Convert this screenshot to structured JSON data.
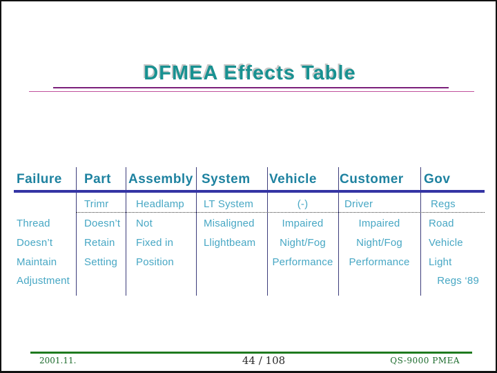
{
  "title": "DFMEA  Effects Table",
  "table": {
    "headers": [
      "Failure",
      "Part",
      "Assembly",
      "System",
      "Vehicle",
      "Customer",
      "Gov"
    ],
    "rows": [
      [
        "",
        "Trimr",
        "Headlamp",
        "LT System",
        "(-)",
        "Driver",
        "Regs"
      ],
      [
        "Thread",
        "Doesn’t",
        "Not",
        "Misaligned",
        "Impaired",
        "Impaired",
        "Road"
      ],
      [
        "Doesn’t",
        "Retain",
        "Fixed in",
        "Llightbeam",
        "Night/Fog",
        "Night/Fog",
        "Vehicle"
      ],
      [
        "Maintain",
        "Setting",
        "Position",
        "",
        "Performance",
        "Performance",
        "Light"
      ],
      [
        "Adjustment",
        "",
        "",
        "",
        "",
        "",
        "Regs ‘89"
      ]
    ]
  },
  "footer": {
    "date": "2001.11.",
    "page": "44 / 108",
    "doc": "QS-9000 PMEA"
  },
  "colors": {
    "title_teal": "#189191",
    "header_text": "#1e82a0",
    "cell_text": "#47a7c4",
    "thick_rule_navy": "#3434a4",
    "column_divider": "#3b3b7a",
    "title_rule_purple": "#7a1f7a",
    "title_rule_pink": "#c0509c",
    "footer_rule_green": "#1f7a1f",
    "footer_text_green": "#1c6b2c"
  }
}
